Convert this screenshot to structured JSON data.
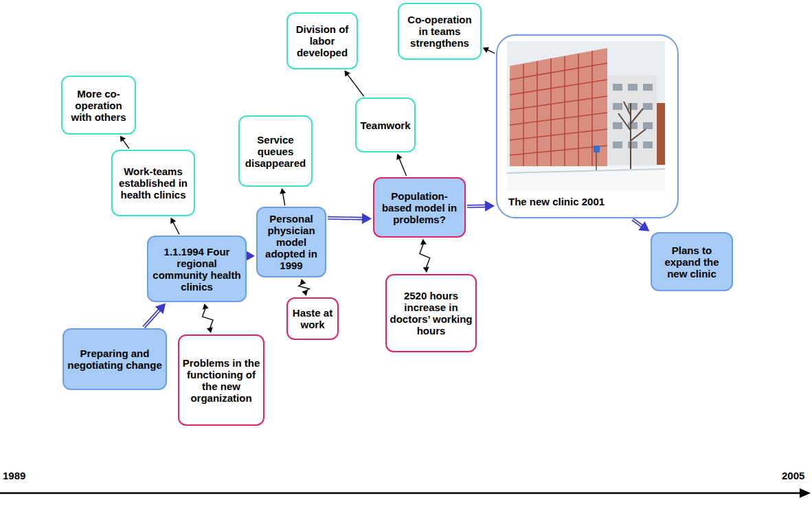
{
  "diagram": {
    "nodes": [
      {
        "text": [
          "Preparing and negotiating change"
        ]
      },
      {
        "text": [
          "1.1.1994 Four regional community health clinics"
        ]
      },
      {
        "text": [
          "Problems in the functioning of the new organization"
        ]
      },
      {
        "text": [
          "Work-teams established in health clinics"
        ]
      },
      {
        "text": [
          "More co-operation with others"
        ]
      },
      {
        "text": [
          "Personal physician model adopted in 1999"
        ]
      },
      {
        "text": [
          "Service queues disappeared"
        ]
      },
      {
        "text": [
          "Haste at work"
        ]
      },
      {
        "text": [
          "Population-based model in problems?"
        ]
      },
      {
        "text": [
          "2520 hours increase in doctors’ working hours"
        ]
      },
      {
        "text": [
          "Teamwork"
        ]
      },
      {
        "text": [
          "Division of labor developed"
        ]
      },
      {
        "text": [
          "Co-operation in teams strengthens"
        ]
      },
      {
        "text": [
          "The new clinic 2001"
        ]
      },
      {
        "text": [
          "Plans to expand the new clinic"
        ]
      }
    ],
    "edges": [
      {
        "from": 0,
        "to": 1,
        "arrow": "to"
      },
      {
        "from": 1,
        "to": 5,
        "arrow": "to"
      },
      {
        "from": 5,
        "to": 8,
        "arrow": "to"
      },
      {
        "from": 8,
        "to": 13,
        "arrow": "to"
      },
      {
        "from": 13,
        "to": 14,
        "arrow": "to"
      },
      {
        "from": 1,
        "to": 3,
        "arrow": "to"
      },
      {
        "from": 3,
        "to": 4,
        "arrow": "to"
      },
      {
        "from": 1,
        "to": 2,
        "arrow": "both"
      },
      {
        "from": 5,
        "to": 6,
        "arrow": "to"
      },
      {
        "from": 5,
        "to": 7,
        "arrow": "both"
      },
      {
        "from": 8,
        "to": 10,
        "arrow": "to"
      },
      {
        "from": 8,
        "to": 9,
        "arrow": "both"
      },
      {
        "from": 10,
        "to": 11,
        "arrow": "to"
      },
      {
        "from": 13,
        "to": 12,
        "arrow": "to"
      }
    ],
    "labels": [
      "1989",
      "2005"
    ]
  }
}
